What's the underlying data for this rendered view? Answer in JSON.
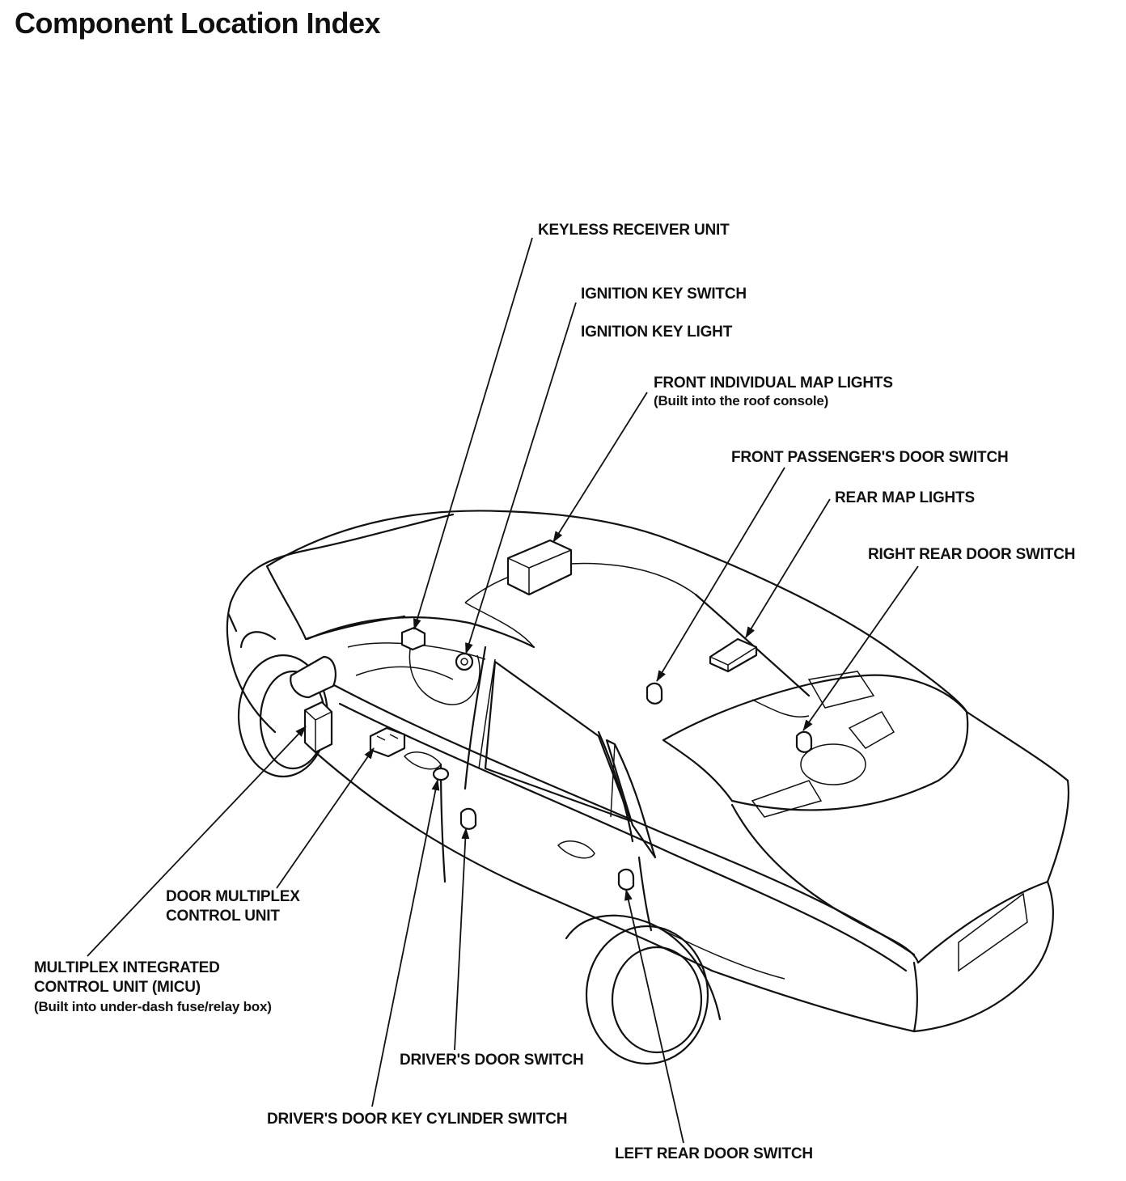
{
  "title": "Component Location Index",
  "labels": {
    "keyless_receiver": "KEYLESS RECEIVER UNIT",
    "ignition_key_switch": "IGNITION KEY SWITCH",
    "ignition_key_light": "IGNITION KEY LIGHT",
    "front_map_lights": "FRONT INDIVIDUAL MAP LIGHTS",
    "front_map_lights_note": "(Built into the roof console)",
    "front_passenger_door_switch": "FRONT PASSENGER'S DOOR SWITCH",
    "rear_map_lights": "REAR MAP LIGHTS",
    "right_rear_door_switch": "RIGHT REAR DOOR SWITCH",
    "door_multiplex_1": "DOOR MULTIPLEX",
    "door_multiplex_2": "CONTROL UNIT",
    "micu_1": "MULTIPLEX INTEGRATED",
    "micu_2": "CONTROL UNIT (MICU)",
    "micu_note": "(Built into under-dash fuse/relay box)",
    "drivers_door_switch": "DRIVER'S DOOR SWITCH",
    "drivers_key_cylinder": "DRIVER'S DOOR KEY CYLINDER SWITCH",
    "left_rear_door_switch": "LEFT REAR DOOR SWITCH"
  }
}
